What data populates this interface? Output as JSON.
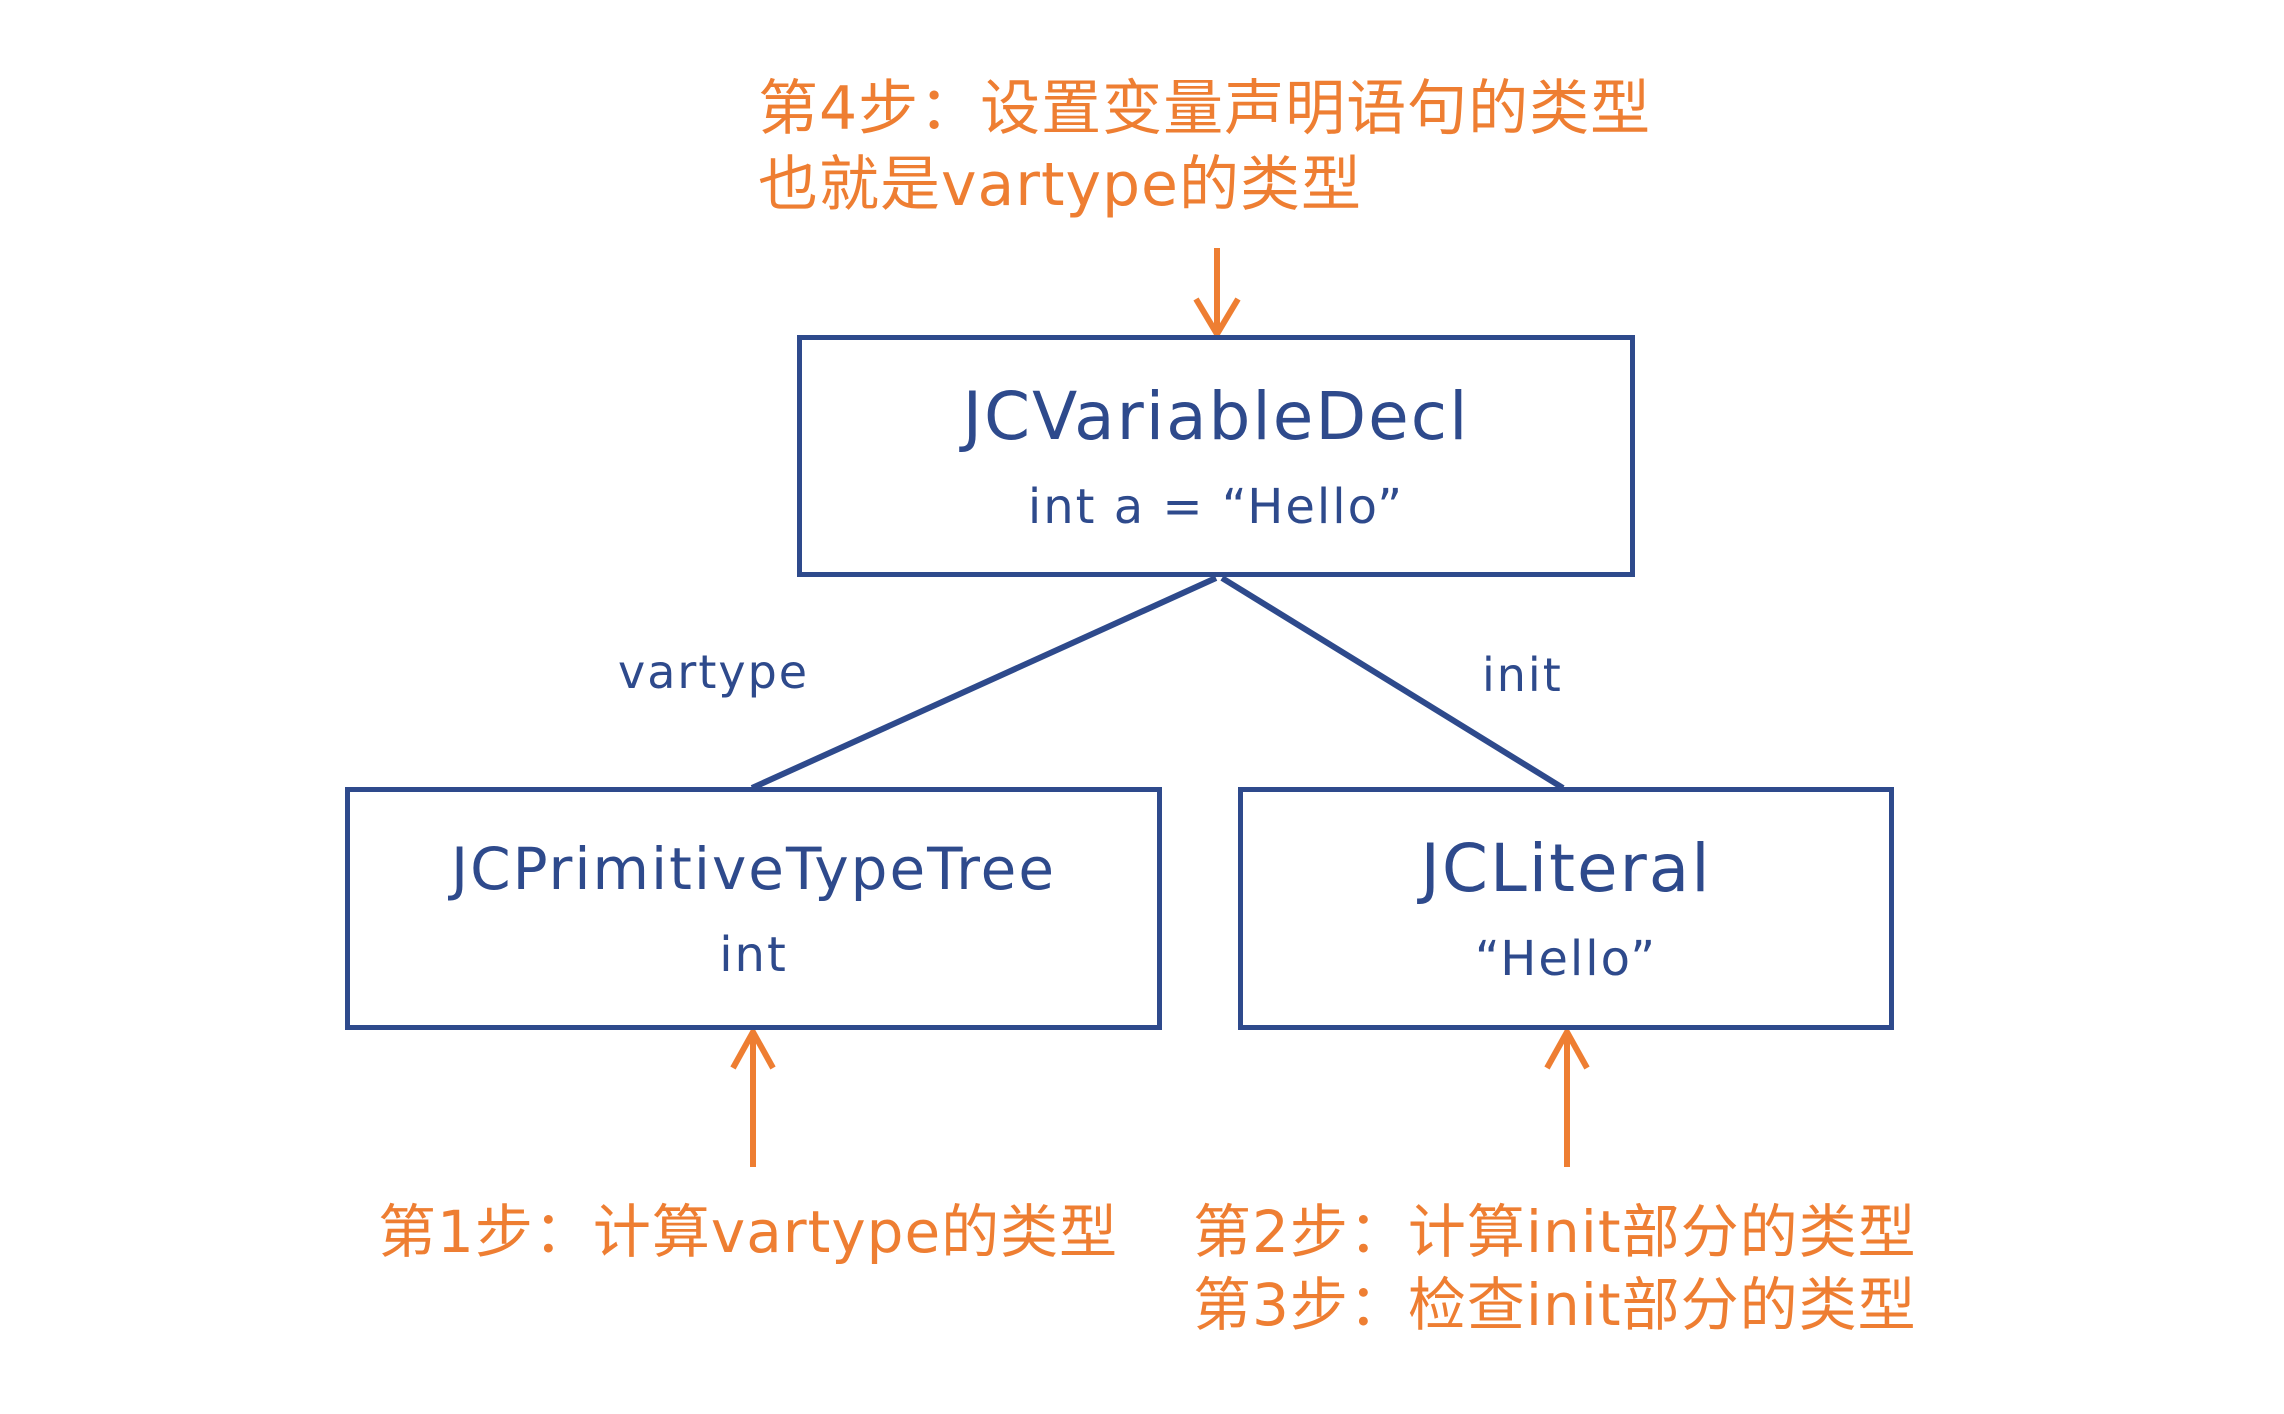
{
  "colors": {
    "ink_blue": "#2e4a8c",
    "accent_orange": "#ee7e32",
    "background": "#ffffff"
  },
  "annotations": {
    "step4": {
      "lines": [
        "第4步：设置变量声明语句的类型",
        "也就是vartype的类型"
      ]
    },
    "step1": {
      "lines": [
        "第1步：计算vartype的类型"
      ]
    },
    "steps2_3": {
      "lines": [
        "第2步：计算init部分的类型",
        "第3步：检查init部分的类型"
      ]
    }
  },
  "tree": {
    "root": {
      "title": "JCVariableDecl",
      "subtitle": "int a = “Hello”"
    },
    "children": [
      {
        "edge_label": "vartype",
        "title": "JCPrimitiveTypeTree",
        "subtitle": "int"
      },
      {
        "edge_label": "init",
        "title": "JCLiteral",
        "subtitle": "“Hello”"
      }
    ]
  }
}
